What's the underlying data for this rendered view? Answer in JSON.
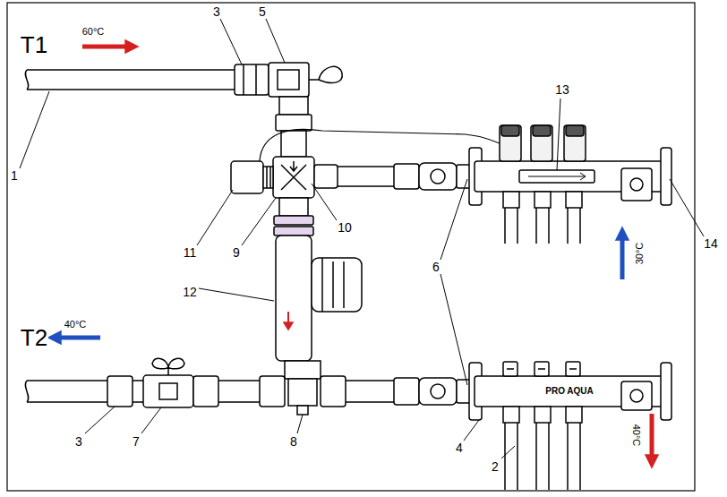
{
  "diagram": {
    "labels": [
      "3",
      "5",
      "T1",
      "60°C",
      "13",
      "1",
      "11",
      "9",
      "10",
      "14",
      "30°C",
      "6",
      "12",
      "T2",
      "40°C",
      "PRO AQUA",
      "40°C",
      "3",
      "7",
      "8",
      "4",
      "2"
    ]
  }
}
